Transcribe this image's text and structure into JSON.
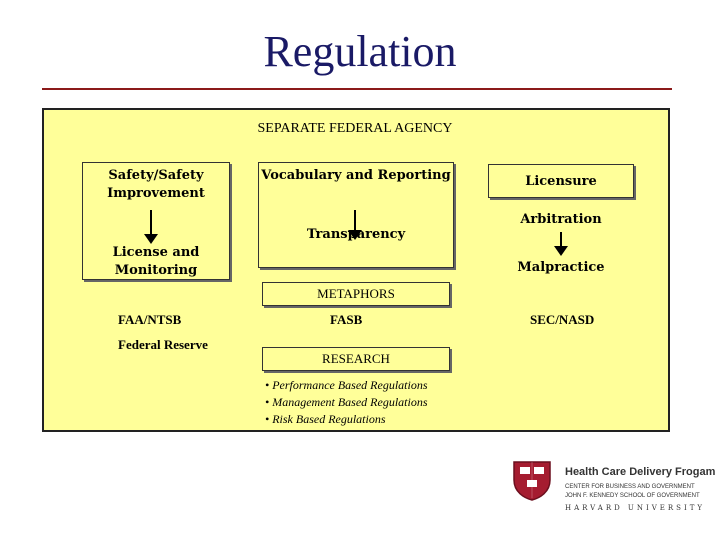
{
  "slide": {
    "title": "Regulation",
    "agency_label": "SEPARATE FEDERAL AGENCY",
    "col1": {
      "top": "Safety/Safety Improvement",
      "bottom": "License and Monitoring",
      "metaphor": "FAA/NTSB",
      "extra": "Federal Reserve"
    },
    "col2": {
      "top": "Vocabulary and Reporting",
      "bottom": "Transparency",
      "metaphor": "FASB"
    },
    "col3": {
      "top": "Licensure",
      "middle": "Arbitration",
      "bottom": "Malpractice",
      "metaphor": "SEC/NASD"
    },
    "metaphors_label": "METAPHORS",
    "research_label": "RESEARCH",
    "research_items": [
      "• Performance Based Regulations",
      "• Management Based Regulations",
      "• Risk Based Regulations"
    ]
  },
  "logo": {
    "program": "Health Care Delivery Frogam",
    "line1": "CENTER FOR BUSINESS AND GOVERNMENT",
    "line2": "JOHN F. KENNEDY SCHOOL OF GOVERNMENT",
    "line3": "HARVARD UNIVERSITY"
  }
}
